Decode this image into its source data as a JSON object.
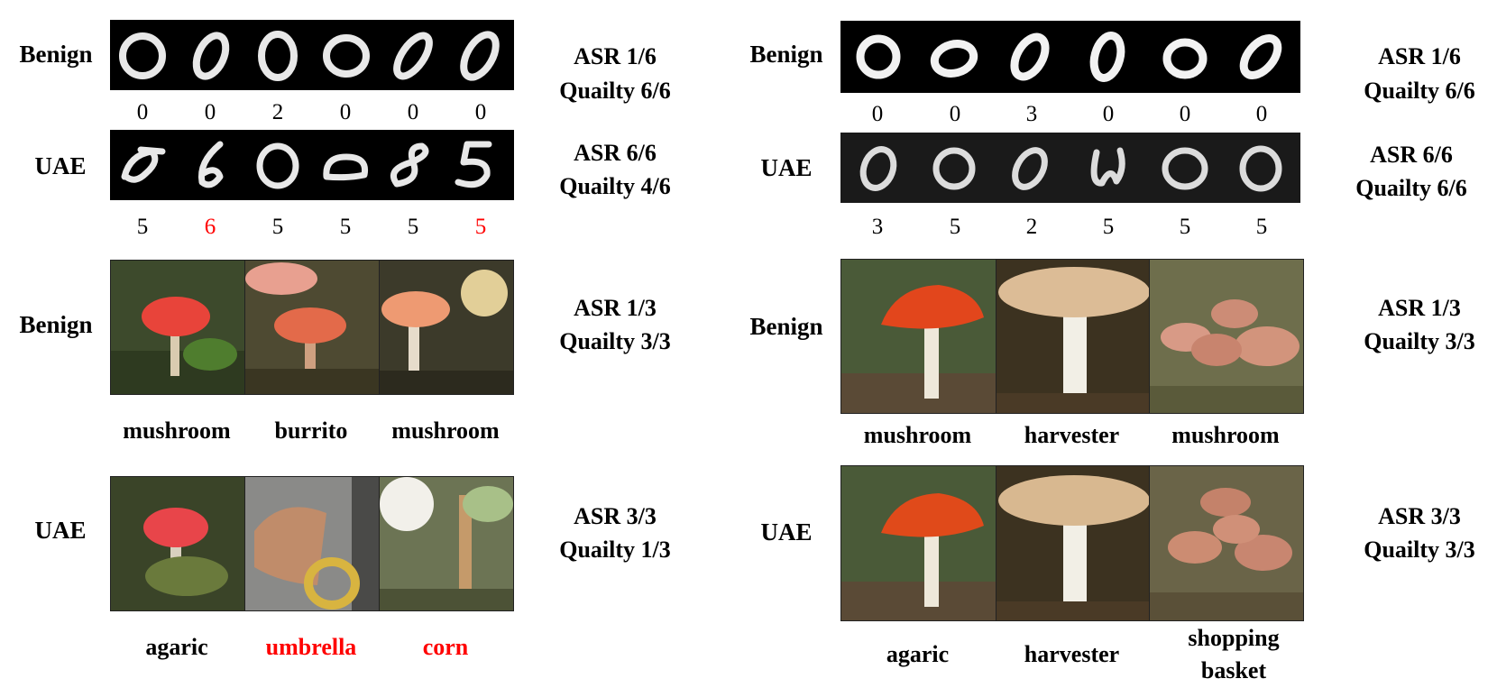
{
  "left": {
    "rows": {
      "benign_digits_label": "Benign",
      "uae_digits_label": "UAE",
      "benign_photos_label": "Benign",
      "uae_photos_label": "UAE"
    },
    "benign_digits": {
      "asr": "ASR 1/6",
      "quality": "Quailty 6/6",
      "predictions": [
        {
          "text": "0",
          "color": "#000000"
        },
        {
          "text": "0",
          "color": "#000000"
        },
        {
          "text": "2",
          "color": "#000000"
        },
        {
          "text": "0",
          "color": "#000000"
        },
        {
          "text": "0",
          "color": "#000000"
        },
        {
          "text": "0",
          "color": "#000000"
        }
      ]
    },
    "uae_digits": {
      "asr": "ASR 6/6",
      "quality": "Quailty 4/6",
      "predictions": [
        {
          "text": "5",
          "color": "#000000"
        },
        {
          "text": "6",
          "color": "#ff0000"
        },
        {
          "text": "5",
          "color": "#000000"
        },
        {
          "text": "5",
          "color": "#000000"
        },
        {
          "text": "5",
          "color": "#000000"
        },
        {
          "text": "5",
          "color": "#ff0000"
        }
      ]
    },
    "benign_photos": {
      "asr": "ASR 1/3",
      "quality": "Quailty 3/3",
      "labels": [
        {
          "text": "mushroom",
          "color": "#000000"
        },
        {
          "text": "burrito",
          "color": "#000000"
        },
        {
          "text": "mushroom",
          "color": "#000000"
        }
      ]
    },
    "uae_photos": {
      "asr": "ASR 3/3",
      "quality": "Quailty 1/3",
      "labels": [
        {
          "text": "agaric",
          "color": "#000000"
        },
        {
          "text": "umbrella",
          "color": "#ff0000"
        },
        {
          "text": "corn",
          "color": "#ff0000"
        }
      ]
    }
  },
  "right": {
    "rows": {
      "benign_digits_label": "Benign",
      "uae_digits_label": "UAE",
      "benign_photos_label": "Benign",
      "uae_photos_label": "UAE"
    },
    "benign_digits": {
      "asr": "ASR 1/6",
      "quality": "Quailty 6/6",
      "predictions": [
        {
          "text": "0",
          "color": "#000000"
        },
        {
          "text": "0",
          "color": "#000000"
        },
        {
          "text": "3",
          "color": "#000000"
        },
        {
          "text": "0",
          "color": "#000000"
        },
        {
          "text": "0",
          "color": "#000000"
        },
        {
          "text": "0",
          "color": "#000000"
        }
      ]
    },
    "uae_digits": {
      "asr": "ASR 6/6",
      "quality": "Quailty 6/6",
      "predictions": [
        {
          "text": "3",
          "color": "#000000"
        },
        {
          "text": "5",
          "color": "#000000"
        },
        {
          "text": "2",
          "color": "#000000"
        },
        {
          "text": "5",
          "color": "#000000"
        },
        {
          "text": "5",
          "color": "#000000"
        },
        {
          "text": "5",
          "color": "#000000"
        }
      ]
    },
    "benign_photos": {
      "asr": "ASR 1/3",
      "quality": "Quailty 3/3",
      "labels": [
        {
          "text": "mushroom",
          "color": "#000000"
        },
        {
          "text": "harvester",
          "color": "#000000"
        },
        {
          "text": "mushroom",
          "color": "#000000"
        }
      ]
    },
    "uae_photos": {
      "asr": "ASR 3/3",
      "quality": "Quailty 3/3",
      "labels": [
        {
          "text": "agaric",
          "color": "#000000"
        },
        {
          "text": "harvester",
          "color": "#000000"
        },
        {
          "text": "shopping basket",
          "color": "#000000"
        }
      ]
    }
  }
}
